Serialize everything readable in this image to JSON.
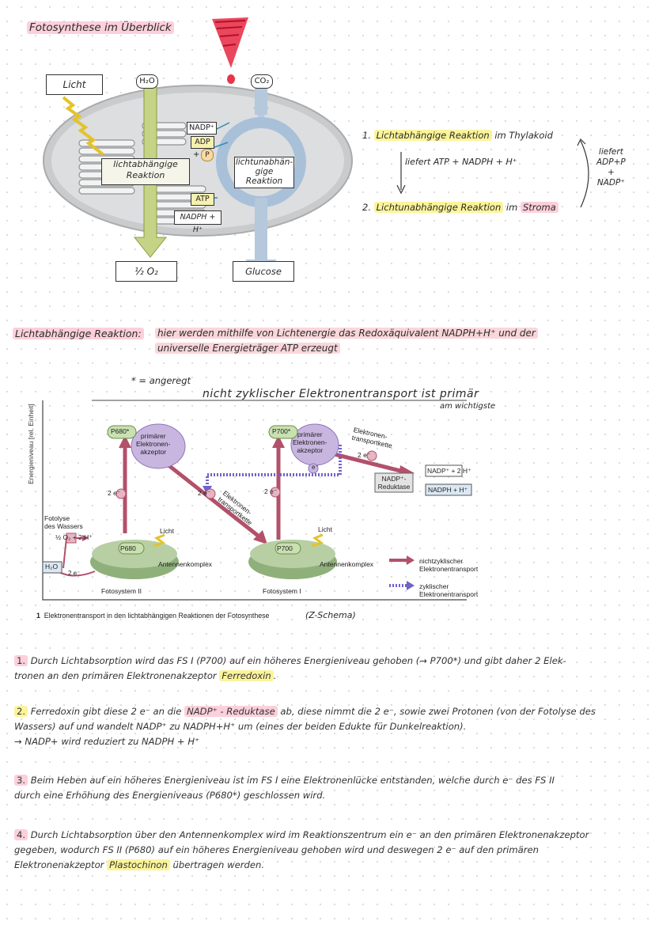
{
  "title": "Fotosynthese im Überblick",
  "top_diagram": {
    "light_label": "Licht",
    "h2o": "H₂O",
    "co2": "CO₂",
    "nadp": "NADP⁺",
    "adp": "ADP",
    "p": "P",
    "plus": "+",
    "atp": "ATP",
    "nadph": "NADPH + H⁺",
    "light_reaction": [
      "lichtabhängige",
      "Reaktion"
    ],
    "dark_reaction": [
      "lichtunabhän-",
      "gige",
      "Reaktion"
    ],
    "oxygen": "½ O₂",
    "glucose": "Glucose"
  },
  "summary": {
    "item1_num": "1.",
    "item1_a": "Lichtabhängige Reaktion",
    "item1_b": " im Thylakoid",
    "supplies": "liefert ATP + NADPH + H⁺",
    "item2_num": "2.",
    "item2_a": "Lichtunabhängige Reaktion",
    "item2_b": " im ",
    "item2_c": "Stroma",
    "right_note": [
      "liefert",
      "ADP+P",
      "+",
      "NADP⁺"
    ]
  },
  "section": {
    "heading": "Lichtabhängige Reaktion:",
    "text_line1": "hier werden mithilfe von Lichtenergie das Redoxäquivalent NADPH+H⁺ und der",
    "text_line2": "universelle Energieträger ATP erzeugt"
  },
  "zscheme": {
    "note_star": "* = angeregt",
    "note_main": "nicht zyklischer Elektronentransport ist primär",
    "note_important": "am wichtigste",
    "y_axis": "Energieniveau [rel. Einheit]",
    "p680s": "P680*",
    "p700s": "P700*",
    "primary_acceptor": [
      "primärer",
      "Elektronen-",
      "akzeptor"
    ],
    "two_e": "2 e⁻",
    "e": "e⁻",
    "chain": [
      "Elektronen-",
      "transportkette"
    ],
    "nadp_reductase": [
      "NADP⁺-",
      "Reduktase"
    ],
    "nadp_in": "NADP⁺ + 2 H⁺",
    "nadph_out": "NADPH + H⁺",
    "photolysis": [
      "Fotolyse",
      "des Wassers"
    ],
    "o2": "½ O₂ + 2 H⁺",
    "h2o": "H₂O",
    "light": "Licht",
    "p680": "P680",
    "p700": "P700",
    "antenna": "Antennenkomplex",
    "ps2": "Fotosystem II",
    "ps1": "Fotosystem I",
    "legend_noncyclic": [
      "nichtzyklischer",
      "Elektronentransport"
    ],
    "legend_cyclic": [
      "zyklischer",
      "Elektronentransport"
    ],
    "caption_num": "1",
    "caption": "Elektronentransport in den lichtabhängigen Reaktionen der Fotosynthese",
    "caption_hw": "(Z-Schema)"
  },
  "points": [
    {
      "num": "1.",
      "l1": "Durch Lichtabsorption wird das FS I (P700) auf ein höheres Energieniveau gehoben (→ P700*) und gibt daher 2 Elek-",
      "l2a": "tronen an den primären Elektronenakzeptor ",
      "l2b": "Ferredoxin",
      "l2c": "."
    },
    {
      "num": "2.",
      "l1a": "Ferredoxin gibt diese 2 e⁻ an die ",
      "l1b": "NADP⁺ - Reduktase",
      "l1c": " ab, diese nimmt die 2 e⁻, sowie zwei Protonen (von der Fotolyse des",
      "l2": "Wassers) auf und wandelt NADP⁺ zu NADPH+H⁺ um (eines der beiden Edukte für Dunkelreaktion).",
      "l3": "→ NADP+ wird reduziert zu NADPH + H⁺"
    },
    {
      "num": "3.",
      "l1": "Beim Heben auf ein höheres Energieniveau ist im FS I eine Elektronenlücke entstanden, welche durch e⁻ des FS II",
      "l2": "durch eine Erhöhung des Energieniveaus (P680*) geschlossen wird."
    },
    {
      "num": "4.",
      "l1": "Durch Lichtabsorption über den Antennenkomplex wird im Reaktionszentrum ein e⁻ an den primären Elektronenakzeptor",
      "l2": "gegeben, wodurch FS II (P680) auf ein höheres Energieniveau gehoben wird und deswegen 2 e⁻ auf den primären",
      "l3a": "Elektronenakzeptor ",
      "l3b": "Plastochinon",
      "l3c": " übertragen werden."
    }
  ],
  "colors": {
    "pink_highlight": "#f6a8bd",
    "yellow_highlight": "#f7ee7a",
    "arrow_pink": "#b3506a",
    "arrow_cyclic": "#6e63c9",
    "chloroplast": "#d5d7d9"
  }
}
